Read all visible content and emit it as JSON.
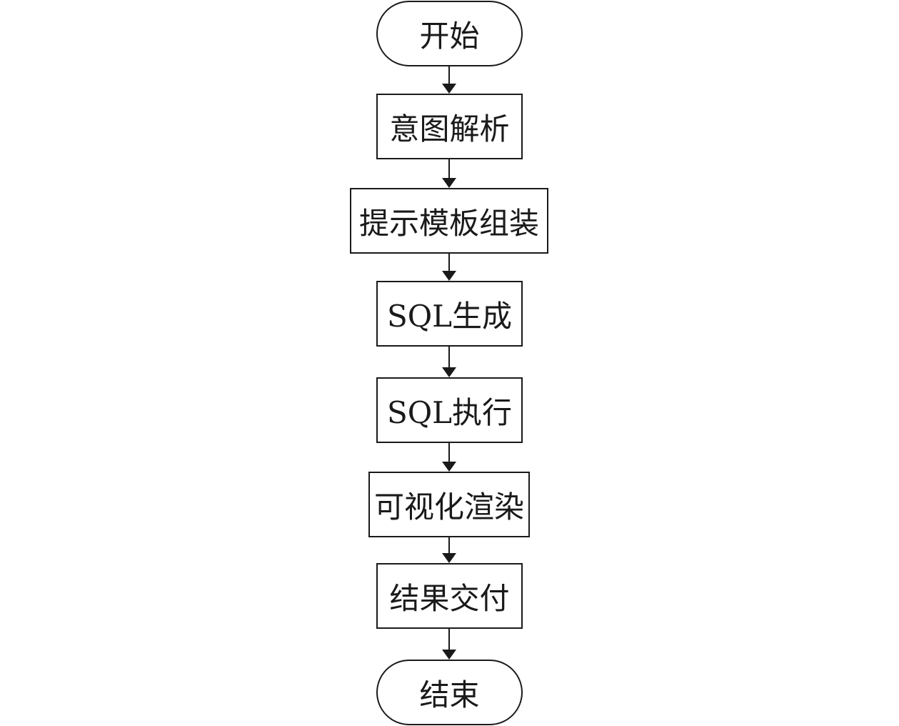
{
  "flowchart": {
    "steps": [
      {
        "label": "开始",
        "shape": "terminal"
      },
      {
        "label": "意图解析",
        "shape": "process"
      },
      {
        "label": "提示模板组装",
        "shape": "process"
      },
      {
        "label": "SQL生成",
        "shape": "process"
      },
      {
        "label": "SQL执行",
        "shape": "process"
      },
      {
        "label": "可视化渲染",
        "shape": "process"
      },
      {
        "label": "结果交付",
        "shape": "process"
      },
      {
        "label": "结束",
        "shape": "terminal"
      }
    ],
    "colors": {
      "stroke": "#1a1a1a",
      "fill": "#ffffff",
      "text": "#1a1a1a"
    }
  }
}
